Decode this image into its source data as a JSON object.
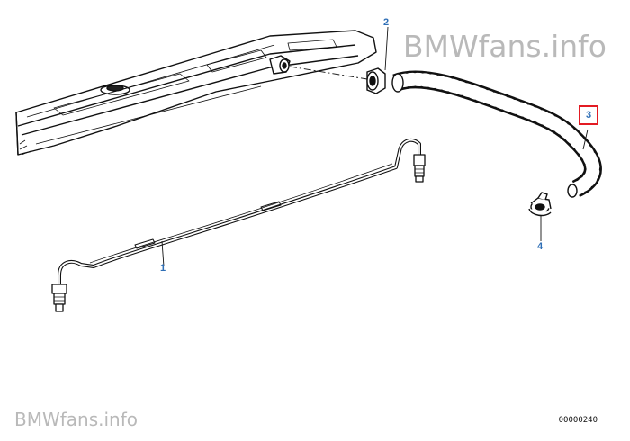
{
  "diagram": {
    "callouts": [
      {
        "label": "1",
        "part": "pipe"
      },
      {
        "label": "2",
        "part": "nut"
      },
      {
        "label": "3",
        "part": "hose",
        "highlighted": true
      },
      {
        "label": "4",
        "part": "clamp"
      }
    ],
    "drawing_number": "00000240",
    "highlight_color": "#e31b23",
    "callout_color": "#2f6fb6"
  },
  "watermark": {
    "top": "BMWfans.info",
    "bottom": "BMWfans.info"
  }
}
